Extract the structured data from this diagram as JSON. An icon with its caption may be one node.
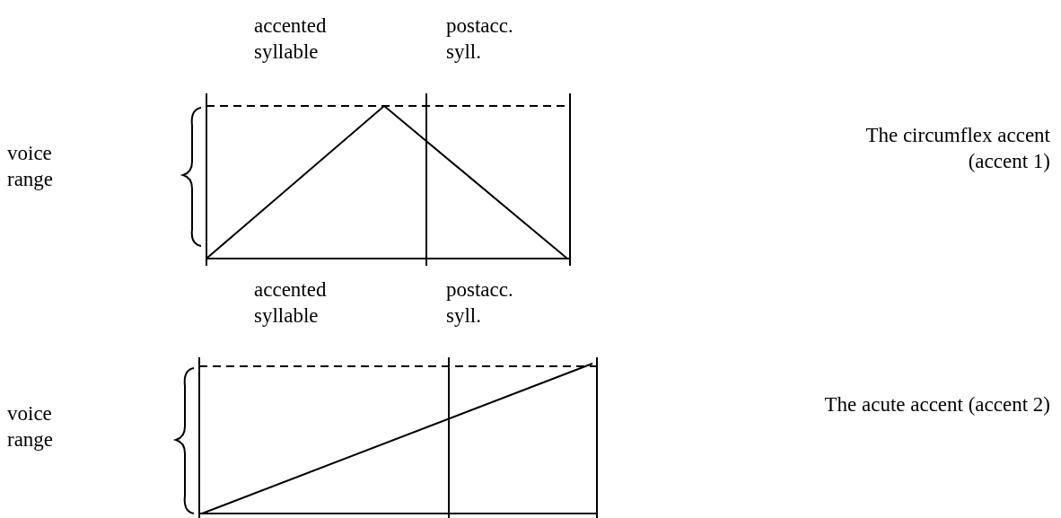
{
  "diagram": {
    "labels": [
      "accented syllable",
      "postacc. syll.",
      "voice range",
      "The circumflex accent (accent 1)",
      "accented syllable",
      "postacc. syll.",
      "voice range",
      "The acute accent (accent 2)"
    ]
  }
}
